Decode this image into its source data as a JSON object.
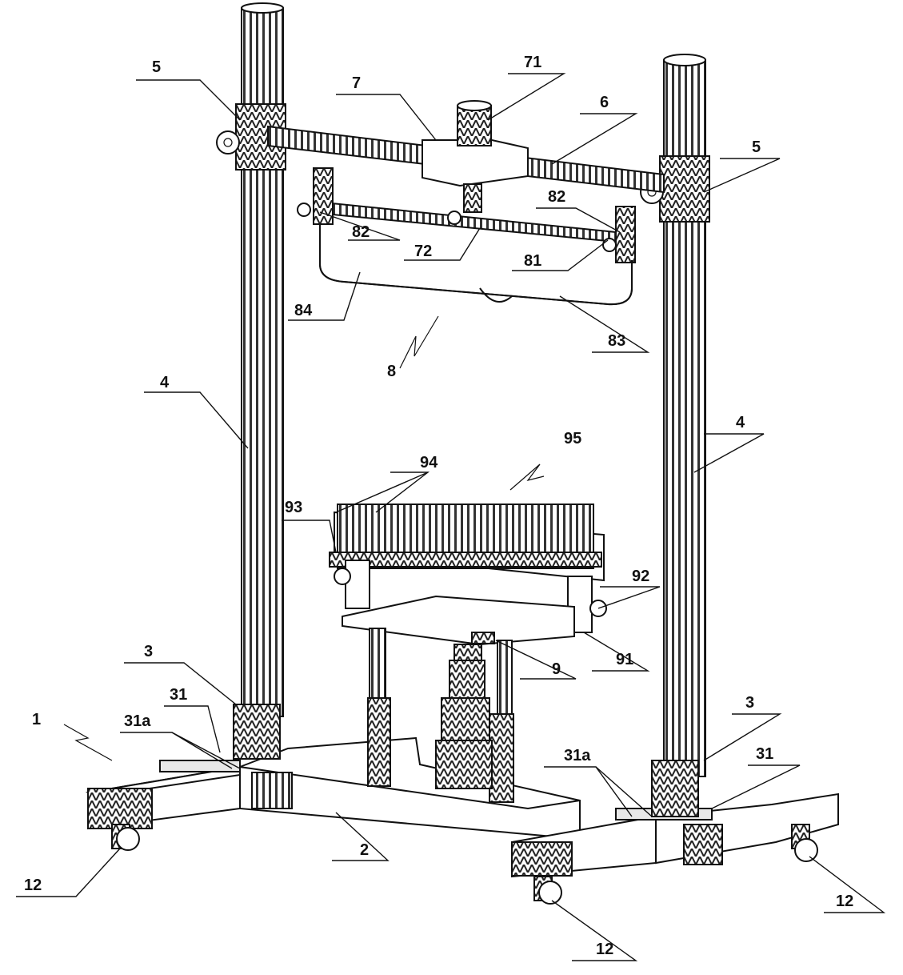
{
  "callouts": {
    "l1": "1",
    "l2": "2",
    "l3a": "3",
    "l3b": "3",
    "l31a": "31",
    "l31b": "31",
    "l31aa": "31a",
    "l31ab": "31a",
    "l4a": "4",
    "l4b": "4",
    "l5a": "5",
    "l5b": "5",
    "l6": "6",
    "l7": "7",
    "l71": "71",
    "l72": "72",
    "l8": "8",
    "l81": "81",
    "l82a": "82",
    "l82b": "82",
    "l83": "83",
    "l84": "84",
    "l9": "9",
    "l91": "91",
    "l92": "92",
    "l93": "93",
    "l94": "94",
    "l95": "95",
    "l12a": "12",
    "l12b": "12",
    "l12c": "12"
  }
}
